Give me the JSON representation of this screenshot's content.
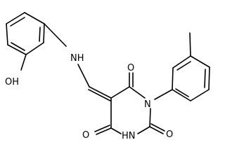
{
  "diagram": {
    "type": "chemical-structure",
    "atoms": {
      "nh_linker": "NH",
      "oh_group": "OH",
      "carbonyl_o_top": "O",
      "carbonyl_o_right": "O",
      "carbonyl_o_bottom_left": "O",
      "ring_n": "N",
      "ring_nh": "HN"
    },
    "colors": {
      "bond": "#000000",
      "label": "#000000",
      "background": "#ffffff"
    }
  }
}
